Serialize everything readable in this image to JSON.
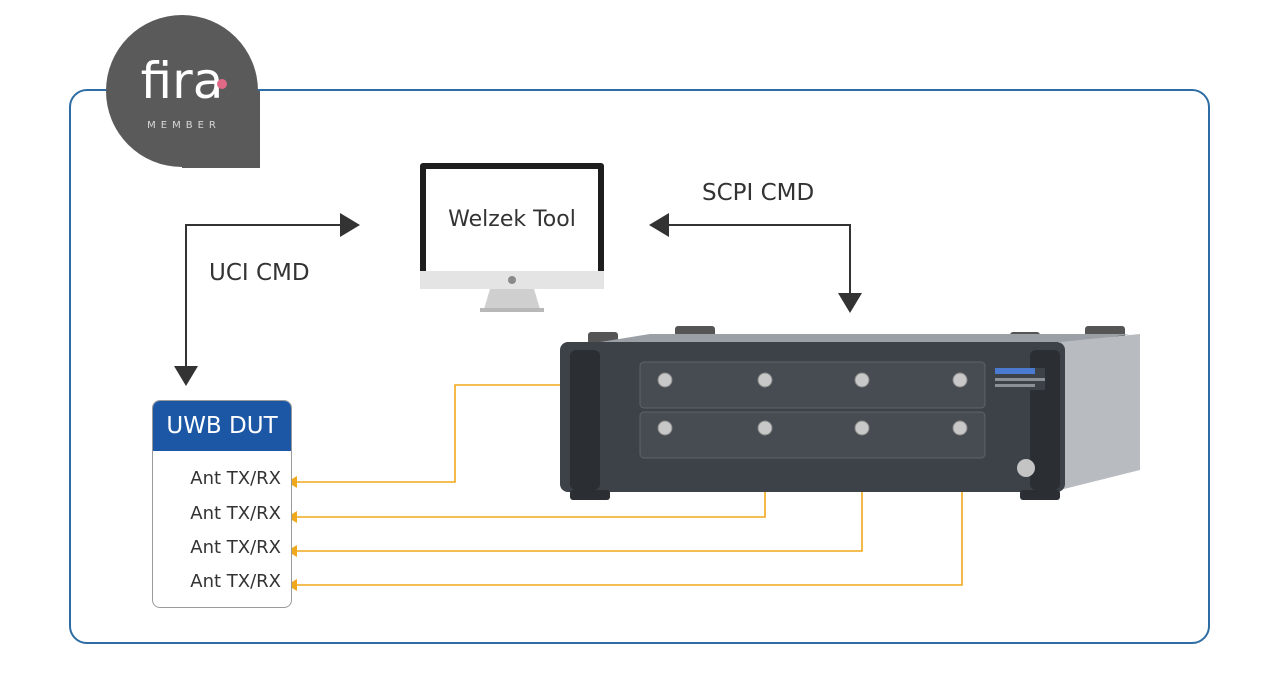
{
  "logo": {
    "text": "fira",
    "subtext": "MEMBER",
    "colors": {
      "disc": "#5a5a5a",
      "text": "#ffffff",
      "dot": "#e06a86"
    }
  },
  "tool": {
    "label": "Welzek Tool"
  },
  "links": {
    "uci": "UCI CMD",
    "scpi": "SCPI CMD"
  },
  "dut": {
    "title": "UWB DUT",
    "ports": [
      "Ant TX/RX",
      "Ant TX/RX",
      "Ant TX/RX",
      "Ant TX/RX"
    ]
  },
  "colors": {
    "frame": "#2e6da4",
    "dut_header": "#1c57a5",
    "rf_line": "#f0a81c",
    "arrow": "#333333"
  }
}
